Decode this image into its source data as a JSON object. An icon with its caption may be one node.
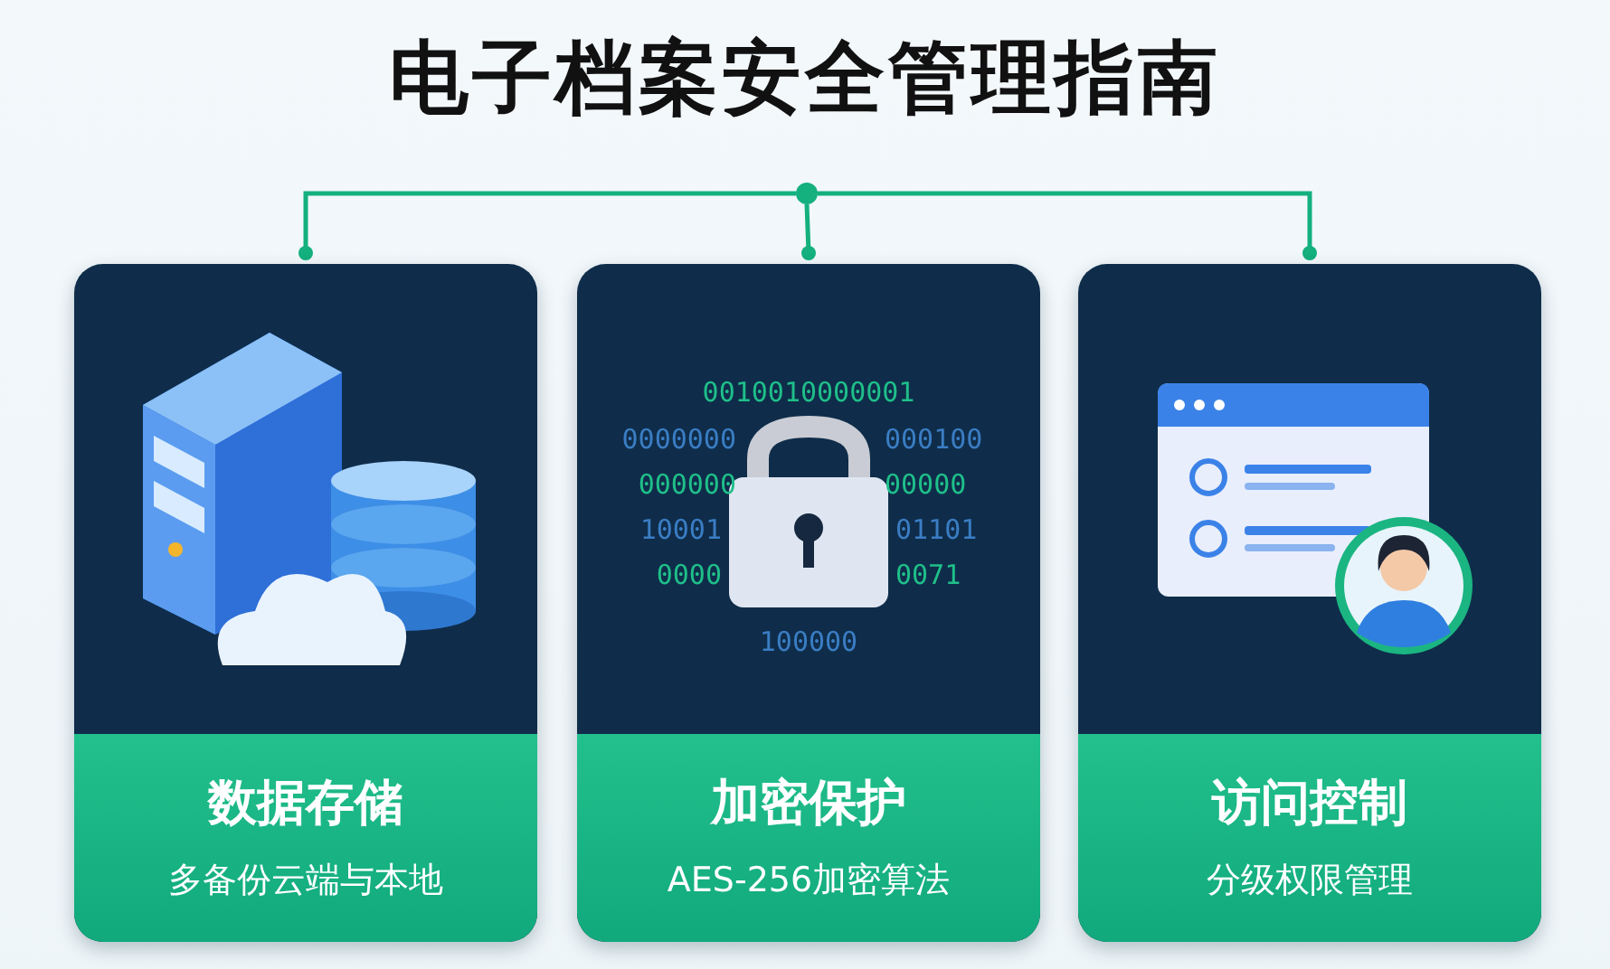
{
  "diagram": {
    "title": "电子档案安全管理指南",
    "nodes": [
      {
        "text": [],
        "shape": "circle"
      },
      {
        "text": [
          "数据存储",
          "多备份云端与本地"
        ]
      },
      {
        "text": [
          "加密保护",
          "AES-256加密算法"
        ]
      },
      {
        "text": [
          "访问控制",
          "分级权限管理"
        ]
      }
    ],
    "edges": [
      {
        "from": 0,
        "to": 1,
        "arrow": "other"
      },
      {
        "from": 0,
        "to": 2,
        "arrow": "other"
      },
      {
        "from": 0,
        "to": 3,
        "arrow": "other"
      }
    ],
    "labels": [
      "0010010000001",
      "0000000",
      "000100",
      "000000",
      "00000",
      "10001",
      "01101",
      "0000",
      "0071",
      "100000"
    ]
  }
}
